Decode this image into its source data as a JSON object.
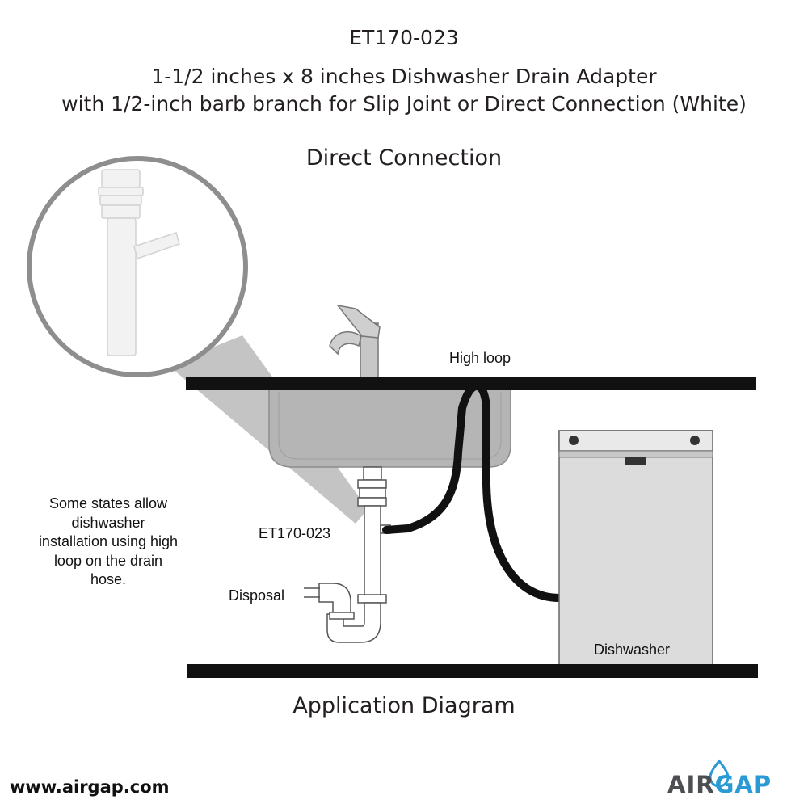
{
  "header": {
    "code": "ET170-023",
    "product_line_1": "1-1/2 inches x 8 inches Dishwasher Drain Adapter",
    "product_line_2": "with 1/2-inch barb branch for Slip Joint or Direct Connection (White)",
    "section_title": "Direct Connection"
  },
  "diagram": {
    "high_loop_label": "High loop",
    "part_label": "ET170-023",
    "disposal_label": "Disposal",
    "dishwasher_label": "Dishwasher",
    "note": "Some states allow dishwasher installation using high loop on the drain hose."
  },
  "footer": {
    "title": "Application Diagram",
    "website": "www.airgap.com",
    "logo_part_1": "AIR",
    "logo_part_2": "GAP"
  },
  "colors": {
    "counter": "#111111",
    "sink": "#b5b5b5",
    "hose": "#111111",
    "pipe_outline": "#555555",
    "dishwasher_body": "#dcdcdc",
    "logo_blue": "#2a9ad5",
    "logo_gray": "#4c4e52"
  },
  "icons": [
    "faucet-icon",
    "water-drop-icon",
    "magnifier-circle-icon"
  ]
}
